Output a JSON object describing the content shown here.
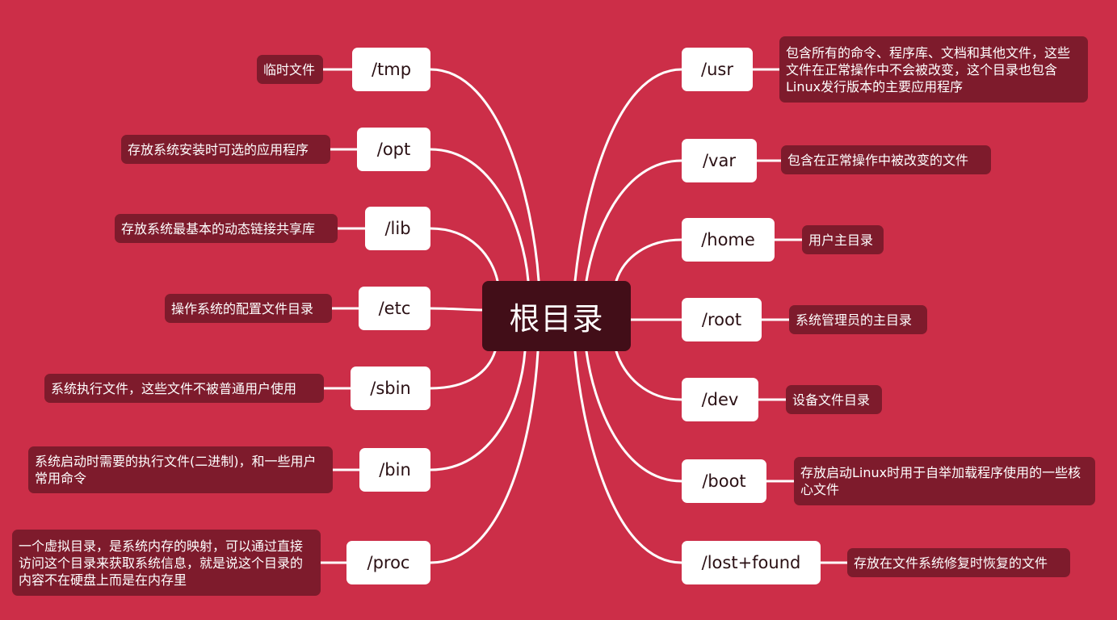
{
  "colors": {
    "background": "#CC2E48",
    "root_fill": "#420E18",
    "dir_fill": "#FFFFFF",
    "desc_fill": "#7E1B2C",
    "connector": "#FFFFFF"
  },
  "root": {
    "label": "根目录"
  },
  "left": [
    {
      "dir": "/tmp",
      "desc": "临时文件"
    },
    {
      "dir": "/opt",
      "desc": "存放系统安装时可选的应用程序"
    },
    {
      "dir": "/lib",
      "desc": "存放系统最基本的动态链接共享库"
    },
    {
      "dir": "/etc",
      "desc": "操作系统的配置文件目录"
    },
    {
      "dir": "/sbin",
      "desc": "系统执行文件，这些文件不被普通用户使用"
    },
    {
      "dir": "/bin",
      "desc": "系统启动时需要的执行文件(二进制)，和一些用户常用命令"
    },
    {
      "dir": "/proc",
      "desc": "一个虚拟目录，是系统内存的映射，可以通过直接访问这个目录来获取系统信息，就是说这个目录的内容不在硬盘上而是在内存里"
    }
  ],
  "right": [
    {
      "dir": "/usr",
      "desc": "包含所有的命令、程序库、文档和其他文件，这些文件在正常操作中不会被改变，这个目录也包含Linux发行版本的主要应用程序"
    },
    {
      "dir": "/var",
      "desc": "包含在正常操作中被改变的文件"
    },
    {
      "dir": "/home",
      "desc": "用户主目录"
    },
    {
      "dir": "/root",
      "desc": "系统管理员的主目录"
    },
    {
      "dir": "/dev",
      "desc": "设备文件目录"
    },
    {
      "dir": "/boot",
      "desc": "存放启动Linux时用于自举加载程序使用的一些核心文件"
    },
    {
      "dir": "/lost+found",
      "desc": "存放在文件系统修复时恢复的文件"
    }
  ]
}
